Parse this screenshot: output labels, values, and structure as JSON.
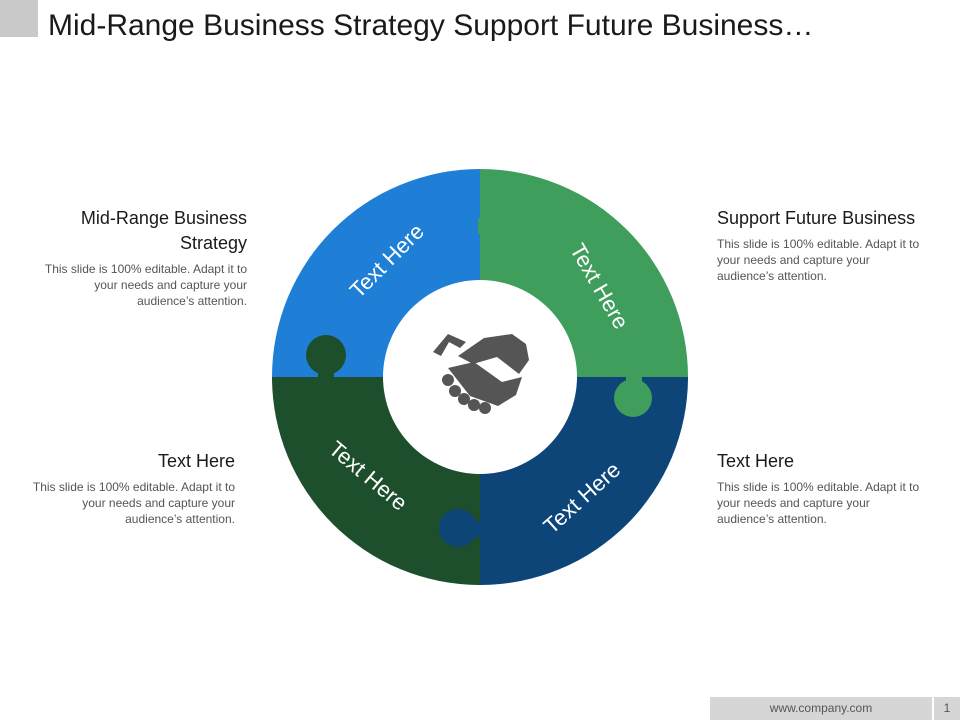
{
  "header": {
    "title": "Mid-Range Business Strategy Support Future Business…"
  },
  "colors": {
    "top_left": "#1f7fd6",
    "top_right": "#3f9e5c",
    "bottom_right": "#0e4579",
    "bottom_left": "#1e4f2c",
    "icon": "#555555",
    "corner_block": "#c9c9c9"
  },
  "diagram": {
    "segments": [
      {
        "label": "Text Here",
        "position": "top-left"
      },
      {
        "label": "Text Here",
        "position": "top-right"
      },
      {
        "label": "Text Here",
        "position": "bottom-right"
      },
      {
        "label": "Text Here",
        "position": "bottom-left"
      }
    ],
    "center_icon": "handshake-icon"
  },
  "blocks": [
    {
      "title": "Mid-Range Business Strategy",
      "body": "This slide is 100% editable. Adapt it to your needs and capture your audience’s attention."
    },
    {
      "title": "Support Future Business",
      "body": "This slide is 100% editable. Adapt it to your needs and capture your audience’s attention."
    },
    {
      "title": "Text Here",
      "body": "This slide is 100% editable. Adapt it to your needs and capture your audience’s attention."
    },
    {
      "title": "Text Here",
      "body": "This slide is 100% editable. Adapt it to your needs and capture your audience’s attention."
    }
  ],
  "footer": {
    "url": "www.company.com",
    "page": "1"
  }
}
